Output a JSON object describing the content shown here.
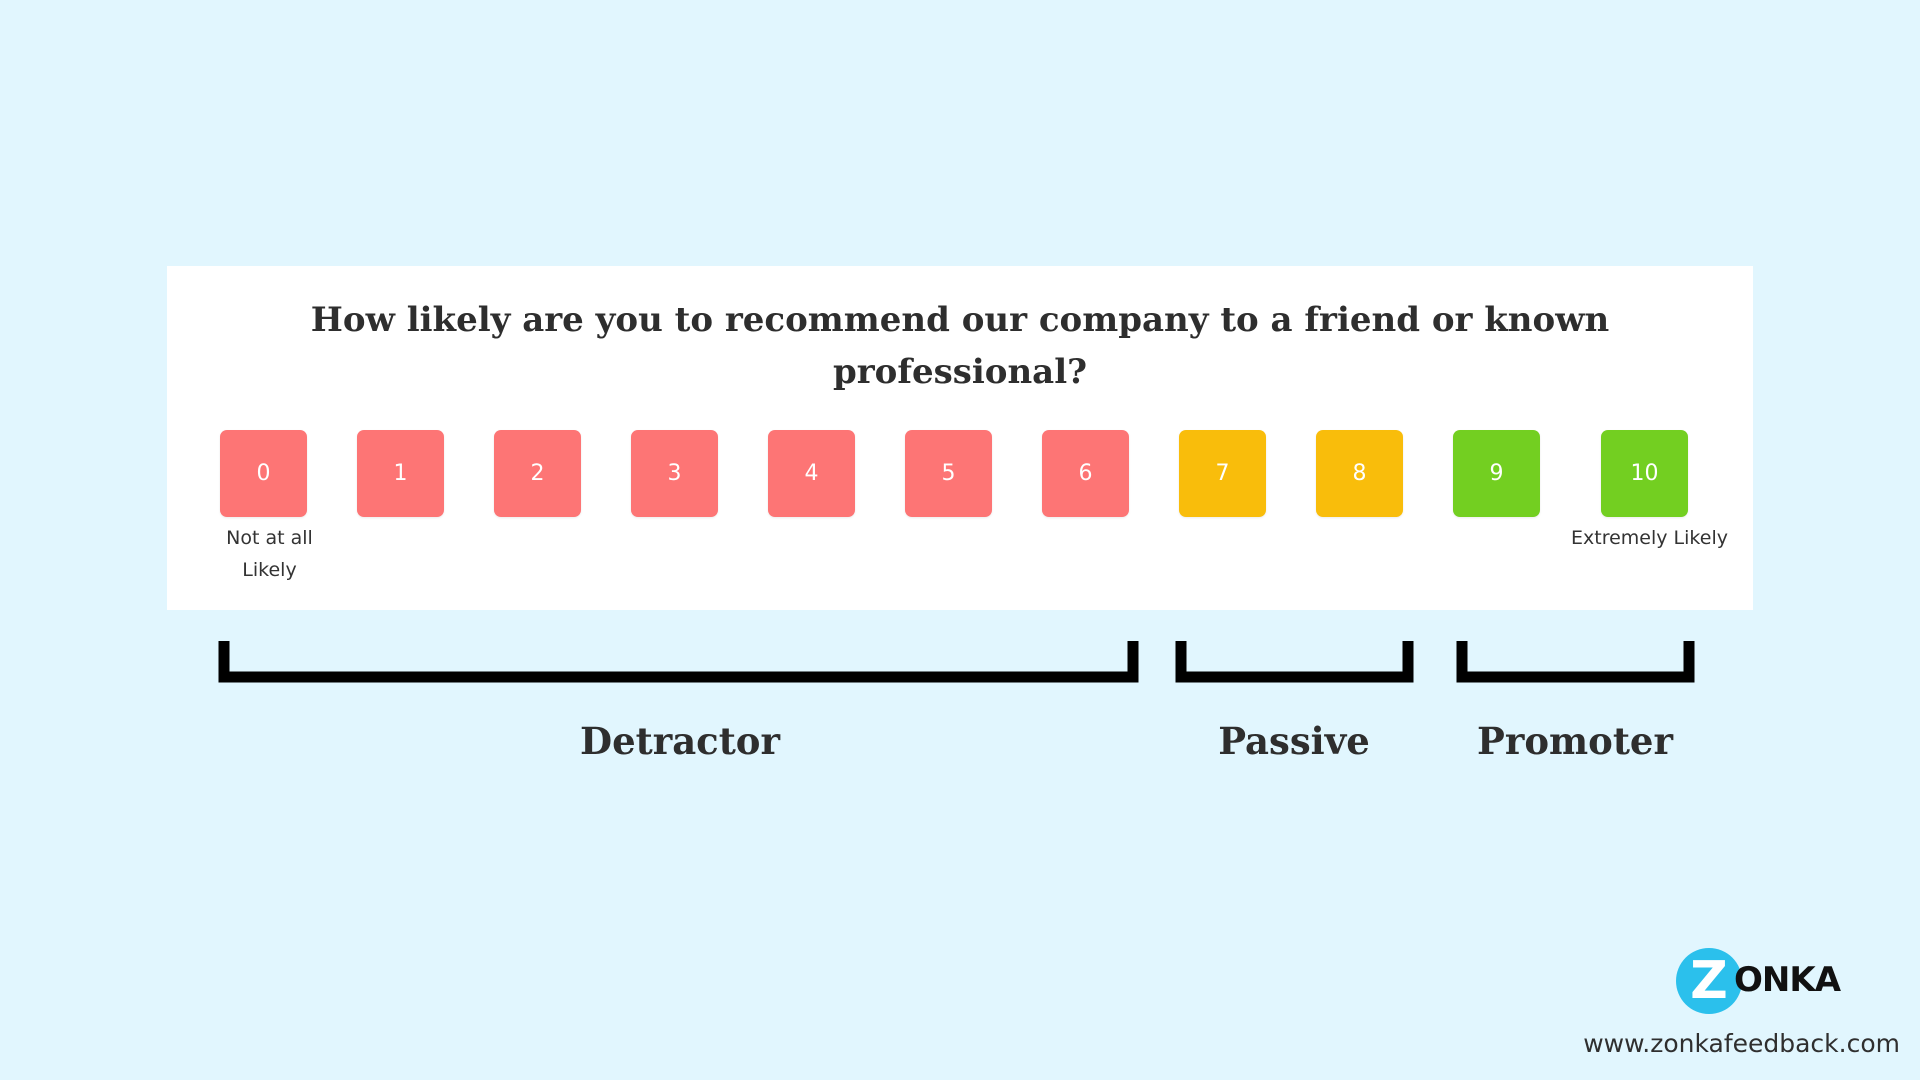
{
  "background_color": "#e1f6fe",
  "question": {
    "line1": "How likely are you to recommend our company to a friend or known",
    "line2": "professional?"
  },
  "scale": [
    {
      "label": "0",
      "group": "detractor",
      "color": "#fd7575"
    },
    {
      "label": "1",
      "group": "detractor",
      "color": "#fd7575"
    },
    {
      "label": "2",
      "group": "detractor",
      "color": "#fd7575"
    },
    {
      "label": "3",
      "group": "detractor",
      "color": "#fd7575"
    },
    {
      "label": "4",
      "group": "detractor",
      "color": "#fd7575"
    },
    {
      "label": "5",
      "group": "detractor",
      "color": "#fd7575"
    },
    {
      "label": "6",
      "group": "detractor",
      "color": "#fd7575"
    },
    {
      "label": "7",
      "group": "passive",
      "color": "#f9bd0b"
    },
    {
      "label": "8",
      "group": "passive",
      "color": "#f9bd0b"
    },
    {
      "label": "9",
      "group": "promoter",
      "color": "#73cf21"
    },
    {
      "label": "10",
      "group": "promoter",
      "color": "#73cf21"
    }
  ],
  "anchors": {
    "low_line1": "Not at all",
    "low_line2": "Likely",
    "high": "Extremely Likely"
  },
  "groups": {
    "detractor": "Detractor",
    "passive": "Passive",
    "promoter": "Promoter"
  },
  "brand": {
    "logo_initial": "Z",
    "logo_rest": "ONKA",
    "website": "www.zonkafeedback.com",
    "logo_color": "#2bc0ec"
  }
}
